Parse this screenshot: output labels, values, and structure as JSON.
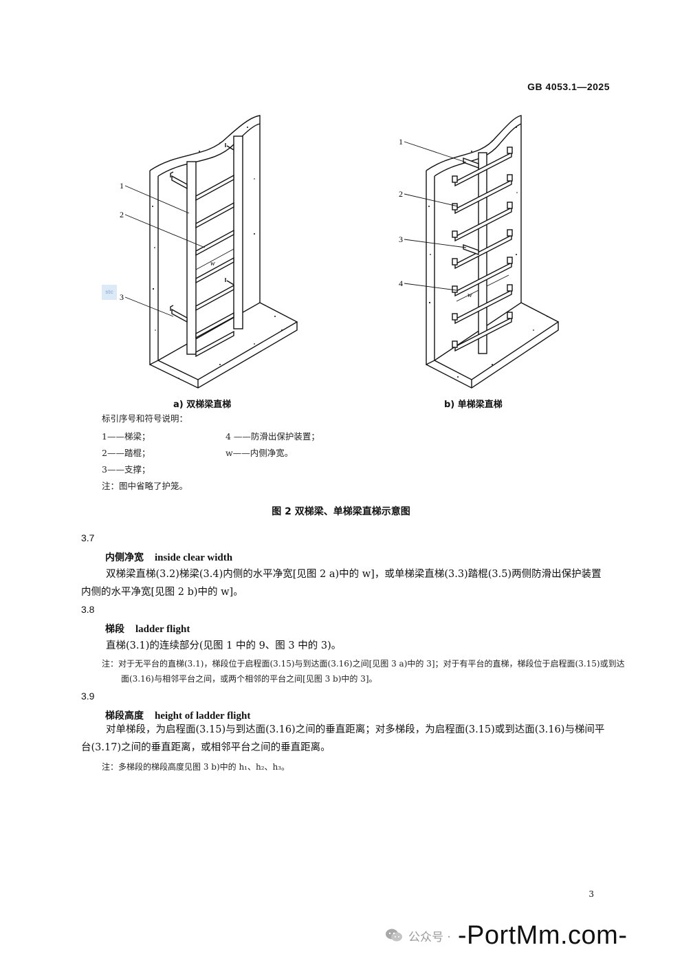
{
  "header": {
    "standard_code": "GB  4053.1—2025"
  },
  "figure": {
    "a": {
      "caption": "a)   双梯梁直梯",
      "callouts": [
        "1",
        "2",
        "3"
      ],
      "width_label": "w"
    },
    "b": {
      "caption": "b)   单梯梁直梯",
      "callouts": [
        "1",
        "2",
        "3",
        "4"
      ],
      "width_label": "w"
    },
    "key_title": "标引序号和符号说明：",
    "key_items": [
      "1——梯梁；",
      "4 ——防滑出保护装置；",
      "2——踏棍；",
      "w——内侧净宽。",
      "3——支撑；"
    ],
    "note": "注：图中省略了护笼。",
    "title": "图 2   双梯梁、单梯梁直梯示意图"
  },
  "sections": [
    {
      "number": "3.7",
      "term_cn": "内侧净宽",
      "term_en": "inside clear width",
      "body": "双梯梁直梯(3.2)梯梁(3.4)内侧的水平净宽[见图 2 a)中的 w]，或单梯梁直梯(3.3)踏棍(3.5)两侧防滑出保护装置内侧的水平净宽[见图 2 b)中的 w]。"
    },
    {
      "number": "3.8",
      "term_cn": "梯段",
      "term_en": "ladder flight",
      "body": "直梯(3.1)的连续部分(见图 1 中的 9、图 3 中的 3)。",
      "note": "注：对于无平台的直梯(3.1)，梯段位于启程面(3.15)与到达面(3.16)之间[见图 3 a)中的 3]；对于有平台的直梯，梯段位于启程面(3.15)或到达面(3.16)与相邻平台之间，或两个相邻的平台之间[见图 3 b)中的 3]。"
    },
    {
      "number": "3.9",
      "term_cn": "梯段高度",
      "term_en": "height of ladder flight",
      "body": "对单梯段，为启程面(3.15)与到达面(3.16)之间的垂直距离；对多梯段，为启程面(3.15)或到达面(3.16)与梯间平台(3.17)之间的垂直距离，或相邻平台之间的垂直距离。",
      "note": "注：多梯段的梯段高度见图 3 b)中的 h₁、h₂、h₃。"
    }
  ],
  "page_number": "3",
  "watermark": {
    "prefix": "公众号 ·",
    "brand": "-PortMm.com-"
  },
  "colors": {
    "ink": "#111111",
    "watermark_gray": "#9a9a9a"
  }
}
